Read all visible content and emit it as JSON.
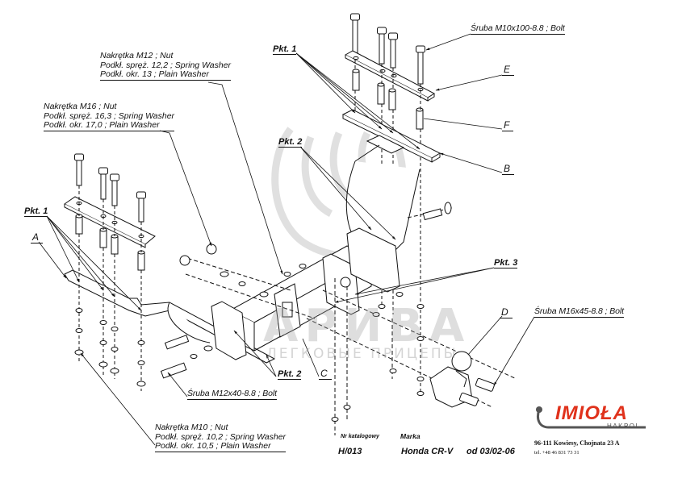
{
  "drawing": {
    "type": "exploded assembly diagram",
    "subject": "tow bar / towing hitch"
  },
  "callouts": {
    "nut_m12": [
      "Nakrętka  M12 ; Nut",
      "Podkł. spręż. 12,2 ; Spring Washer",
      "Podkł. okr. 13 ;  Plain Washer"
    ],
    "nut_m16": [
      "Nakrętka  M16 ; Nut",
      "Podkł. spręż. 16,3 ; Spring Washer",
      "Podkł. okr. 17,0 ;  Plain Washer"
    ],
    "nut_m10": [
      "Nakrętka  M10 ; Nut",
      "Podkł. spręż. 10,2 ; Spring Washer",
      "Podkł. okr. 10,5 ;  Plain Washer"
    ],
    "bolt_m10": "Śruba M10x100-8.8 ;  Bolt",
    "bolt_m16": "Śruba M16x45-8.8 ;  Bolt",
    "bolt_m12": "Śruba M12x40-8.8 ;  Bolt"
  },
  "points": {
    "pkt1_top": "Pkt. 1",
    "pkt1_left": "Pkt. 1",
    "pkt2_upper": "Pkt. 2",
    "pkt2_lower": "Pkt. 2",
    "pkt3": "Pkt. 3"
  },
  "part_letters": {
    "A": "A",
    "B": "B",
    "C": "C",
    "D": "D",
    "E": "E",
    "F": "F"
  },
  "watermark": {
    "main": "АРИВА",
    "sub": "ЛЕГКОВЫЕ ПРИЦЕПЫ"
  },
  "title_block": {
    "catalog_label": "Nr katalogowy",
    "catalog_number": "H/013",
    "make_label": "Marka",
    "make_value": "Honda CR-V",
    "date_range": "od 03/02-06"
  },
  "brand": {
    "name": "IMIOŁA",
    "sub": "HAKPOL",
    "address": "96-111 Kowiesy, Chojnata 23 A",
    "phone": "tel. +48 46 831 73 31",
    "accent_color": "#e0321c"
  }
}
